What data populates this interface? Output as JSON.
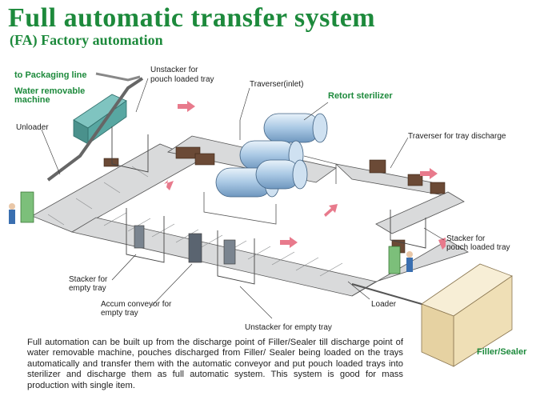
{
  "title": "Full automatic transfer system",
  "subtitle": "(FA) Factory automation",
  "labels": {
    "to_packaging_line": "to Packaging line",
    "water_removable_machine_1": "Water removable",
    "water_removable_machine_2": "machine",
    "unstacker_pouch_1": "Unstacker for",
    "unstacker_pouch_2": "pouch loaded tray",
    "traverser_inlet": "Traverser(inlet)",
    "retort_sterilizer": "Retort sterilizer",
    "unloader": "Unloader",
    "traverser_discharge": "Traverser for tray discharge",
    "stacker_pouch_1": "Stacker for",
    "stacker_pouch_2": "pouch loaded tray",
    "stacker_empty_1": "Stacker for",
    "stacker_empty_2": "empty tray",
    "accum_conveyor_1": "Accum conveyor for",
    "accum_conveyor_2": "empty tray",
    "loader": "Loader",
    "unstacker_empty": "Unstacker for empty tray",
    "filler_sealer": "Filler/Sealer"
  },
  "description": "Full automation can be built up from the discharge point of Filler/Sealer till discharge point of water removable machine, pouches discharged from Filler/ Sealer being loaded on the trays automatically and transfer them with the automatic conveyor and put pouch loaded trays into sterilizer and discharge them as full automatic system. This system is good for mass production with single item.",
  "colors": {
    "title_green": "#1d8a3c",
    "arrow_pink": "#e87a8c",
    "sterilizer_blue": "#b8d4ec",
    "filler_box": "#f3e6c4",
    "conveyor_gray": "#d9dadb"
  }
}
